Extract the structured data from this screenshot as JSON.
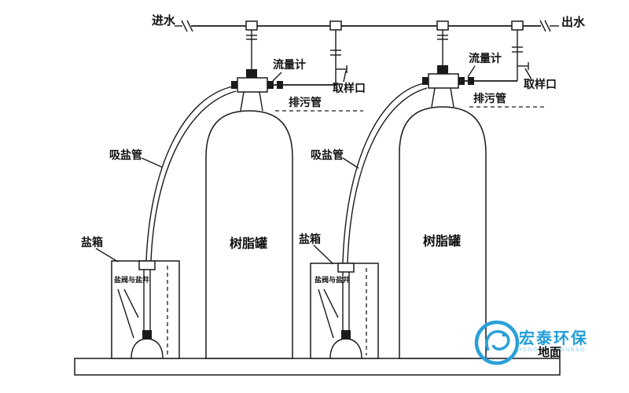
{
  "labels": {
    "inlet": "进水",
    "outlet": "出水",
    "flow_meter_left": "流量计",
    "flow_meter_right": "流量计",
    "sampling_port_left": "取样口",
    "sampling_port_right": "取样口",
    "drain_pipe_left": "排污管",
    "drain_pipe_right": "排污管",
    "salt_suction_pipe_left": "吸盐管",
    "salt_suction_pipe_right": "吸盐管",
    "salt_box_left": "盐箱",
    "salt_box_right": "盐箱",
    "resin_tank_left": "树脂罐",
    "resin_tank_right": "树脂罐",
    "salt_valve_and_well_left": "盐阀与盐井",
    "salt_valve_and_well_right": "盐阀与盐井",
    "ground": "地面"
  },
  "logo": {
    "name": "宏泰环保",
    "subtext": "HONGTAIHUANBAO",
    "brand_color": "#2aa0d8"
  },
  "colors": {
    "line": "#1a1a1a",
    "background": "#ffffff"
  }
}
